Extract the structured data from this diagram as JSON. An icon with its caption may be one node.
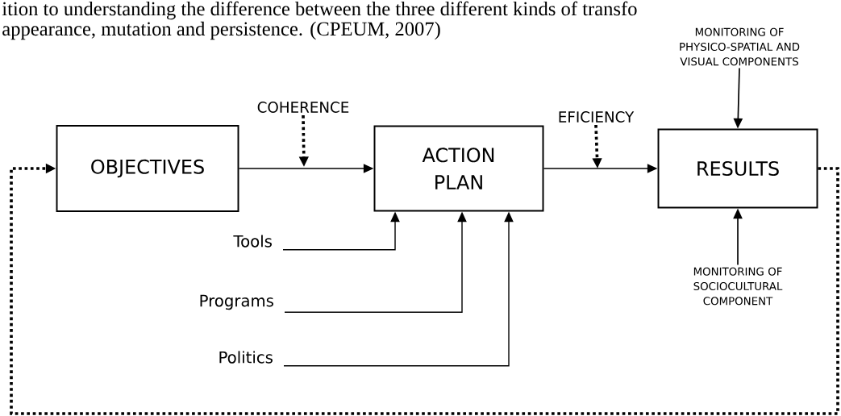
{
  "diagram": {
    "nodes": [
      {
        "text": [
          "OBJECTIVES"
        ]
      },
      {
        "text": [
          "ACTION PLAN"
        ]
      },
      {
        "text": [
          "RESULTS"
        ]
      },
      {
        "text": [
          "COHERENCE"
        ]
      },
      {
        "text": [
          "EFICIENCY"
        ]
      },
      {
        "text": [
          "Tools"
        ]
      },
      {
        "text": [
          "Programs"
        ]
      },
      {
        "text": [
          "Politics"
        ]
      },
      {
        "text": [
          "MONITORING OF PHYSICO-SPATIAL AND VISUAL COMPONENTS"
        ]
      },
      {
        "text": [
          "MONITORING OF SOCIOCULTURAL COMPONENT"
        ]
      }
    ],
    "edges": [
      {
        "from": 0,
        "to": 1,
        "arrow": "to"
      },
      {
        "from": 1,
        "to": 2,
        "arrow": "to"
      },
      {
        "from": 3,
        "to": null,
        "arrow": "to",
        "style": "dashed"
      },
      {
        "from": 4,
        "to": null,
        "arrow": "to",
        "style": "dashed"
      },
      {
        "from": 5,
        "to": 1,
        "arrow": "to"
      },
      {
        "from": 6,
        "to": 1,
        "arrow": "to"
      },
      {
        "from": 7,
        "to": 1,
        "arrow": "to"
      },
      {
        "from": 8,
        "to": 2,
        "arrow": "to"
      },
      {
        "from": 9,
        "to": 2,
        "arrow": "to"
      },
      {
        "from": 2,
        "to": 0,
        "arrow": "to",
        "style": "dashed"
      }
    ],
    "labels": [
      "ition to understanding the difference between the three different kinds of transfo",
      "appearance, mutation and persistence. (CPEUM, 2007)"
    ]
  }
}
